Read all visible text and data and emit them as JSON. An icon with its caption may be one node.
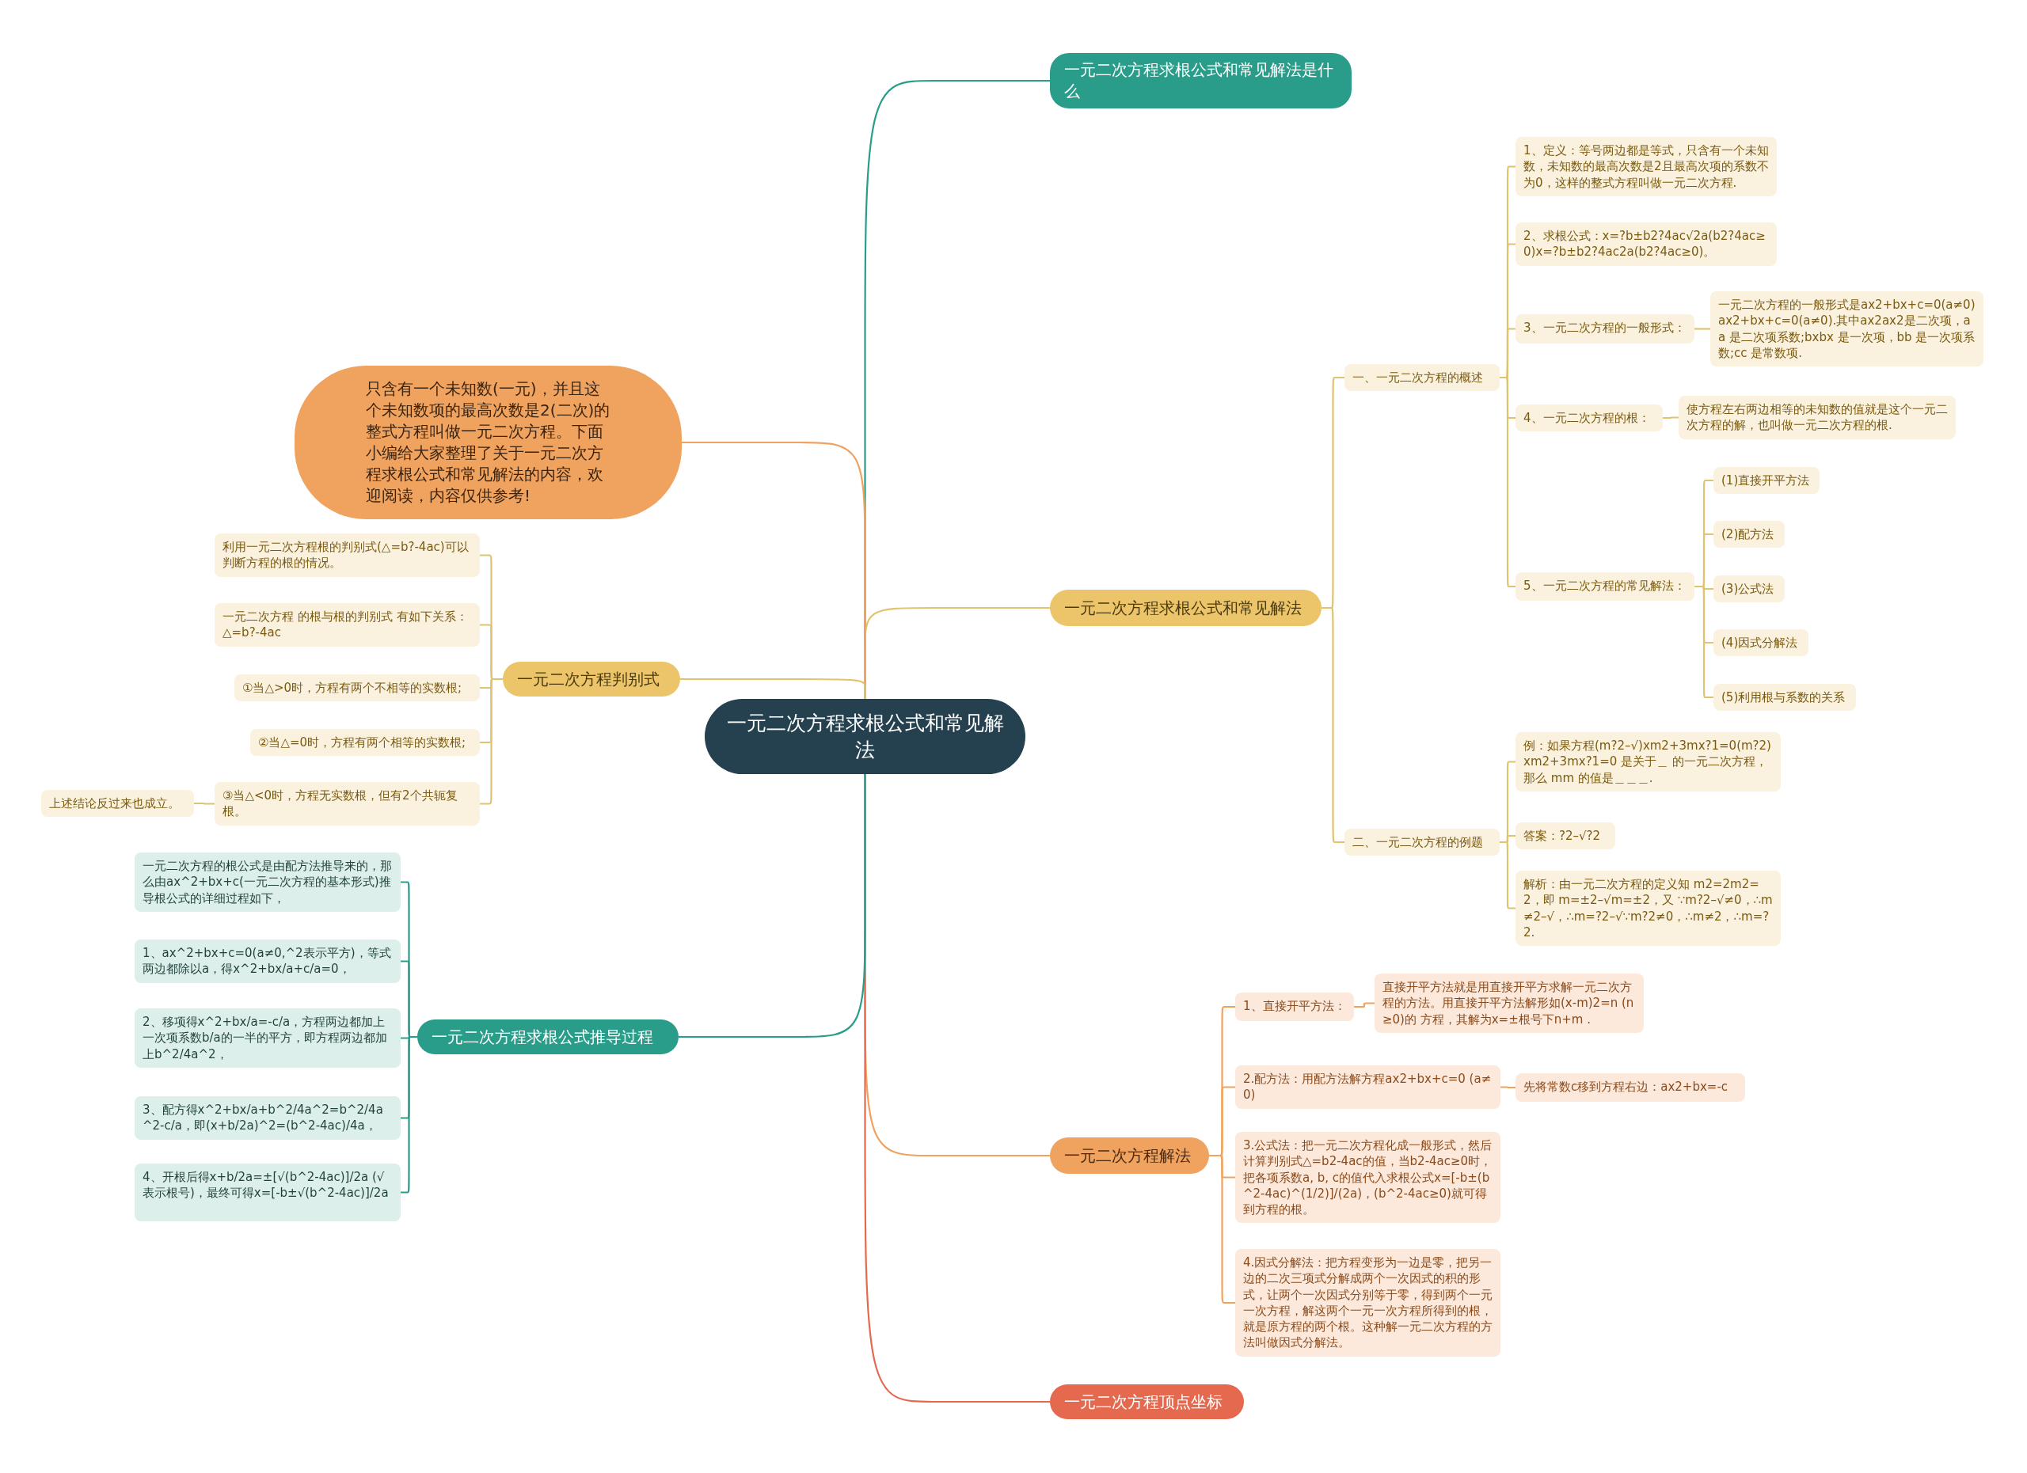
{
  "diagram": {
    "nodes": [
      {
        "text": [
          "一元二次方程求根公式和常见解法"
        ]
      },
      {
        "text": [
          "一元二次方程求根公式和常见解法是什么"
        ]
      },
      {
        "text": [
          "一元二次方程求根公式和常见解法"
        ]
      },
      {
        "text": [
          "一、一元二次方程的概述"
        ]
      },
      {
        "text": [
          "1、定义：等号两边都是等式，只含有一个未知数，未知数的最高次数是2且最高次项的系数不为0，这样的整式方程叫做一元二次方程."
        ]
      },
      {
        "text": [
          "2、求根公式：x=?b±b2?4ac√2a(b2?4ac≥0)x=?b±b2?4ac2a(b2?4ac≥0)。"
        ]
      },
      {
        "text": [
          "3、一元二次方程的一般形式："
        ]
      },
      {
        "text": [
          "一元二次方程的一般形式是ax2+bx+c=0(a≠0)ax2+bx+c=0(a≠0).其中ax2ax2是二次项，aa 是二次项系数;bxbx 是一次项，bb 是一次项系数;cc 是常数项."
        ]
      },
      {
        "text": [
          "4、一元二次方程的根："
        ]
      },
      {
        "text": [
          "使方程左右两边相等的未知数的值就是这个一元二次方程的解，也叫做一元二次方程的根."
        ]
      },
      {
        "text": [
          "5、一元二次方程的常见解法："
        ]
      },
      {
        "text": [
          "(1)直接开平方法"
        ]
      },
      {
        "text": [
          "(2)配方法"
        ]
      },
      {
        "text": [
          "(3)公式法"
        ]
      },
      {
        "text": [
          "(4)因式分解法"
        ]
      },
      {
        "text": [
          "(5)利用根与系数的关系"
        ]
      },
      {
        "text": [
          "二、一元二次方程的例题"
        ]
      },
      {
        "text": [
          "例：如果方程(m?2–√)xm2+3mx?1=0(m?2)xm2+3mx?1=0 是关于＿ 的一元二次方程，那么 mm 的值是＿＿＿."
        ]
      },
      {
        "text": [
          "答案：?2–√?2"
        ]
      },
      {
        "text": [
          "解析：由一元二次方程的定义知 m2=2m2=2，即 m=±2–√m=±2，又 ∵m?2–√≠0，∴m≠2–√，∴m=?2–√∵m?2≠0，∴m≠2，∴m=?2."
        ]
      },
      {
        "text": [
          "一元二次方程解法"
        ]
      },
      {
        "text": [
          "1、直接开平方法："
        ]
      },
      {
        "text": [
          "直接开平方法就是用直接开平方求解一元二次方程的方法。用直接开平方法解形如(x-m)2=n (n≥0)的 方程，其解为x=±根号下n+m ."
        ]
      },
      {
        "text": [
          "2.配方法：用配方法解方程ax2+bx+c=0 (a≠0)"
        ]
      },
      {
        "text": [
          "先将常数c移到方程右边：ax2+bx=-c"
        ]
      },
      {
        "text": [
          "3.公式法：把一元二次方程化成一般形式，然后计算判别式△=b2-4ac的值，当b2-4ac≥0时，把各项系数a, b, c的值代入求根公式x=[-b±(b^2-4ac)^(1/2)]/(2a)，(b^2-4ac≥0)就可得到方程的根。"
        ]
      },
      {
        "text": [
          "4.因式分解法：把方程变形为一边是零，把另一边的二次三项式分解成两个一次因式的积的形式，让两个一次因式分别等于零，得到两个一元一次方程，解这两个一元一次方程所得到的根，就是原方程的两个根。这种解一元二次方程的方法叫做因式分解法。"
        ]
      },
      {
        "text": [
          "一元二次方程顶点坐标"
        ]
      },
      {
        "text": [
          "只含有一个未知数(一元)，并且这个未知数项的最高次数是2(二次)的整式方程叫做一元二次方程。下面小编给大家整理了关于一元二次方程求根公式和常见解法的内容，欢迎阅读，内容仅供参考!"
        ]
      },
      {
        "text": [
          "一元二次方程判别式"
        ]
      },
      {
        "text": [
          "利用一元二次方程根的判别式(△=b?-4ac)可以判断方程的根的情况。"
        ]
      },
      {
        "text": [
          "一元二次方程 的根与根的判别式 有如下关系：△=b?-4ac"
        ]
      },
      {
        "text": [
          "①当△>0时，方程有两个不相等的实数根;"
        ]
      },
      {
        "text": [
          "②当△=0时，方程有两个相等的实数根;"
        ]
      },
      {
        "text": [
          "③当△<0时，方程无实数根，但有2个共轭复根。"
        ]
      },
      {
        "text": [
          "上述结论反过来也成立。"
        ]
      },
      {
        "text": [
          "一元二次方程求根公式推导过程"
        ]
      },
      {
        "text": [
          "一元二次方程的根公式是由配方法推导来的，那么由ax^2+bx+c(一元二次方程的基本形式)推导根公式的详细过程如下，"
        ]
      },
      {
        "text": [
          "1、ax^2+bx+c=0(a≠0,^2表示平方)，等式两边都除以a，得x^2+bx/a+c/a=0，"
        ]
      },
      {
        "text": [
          "2、移项得x^2+bx/a=-c/a，方程两边都加上一次项系数b/a的一半的平方，即方程两边都加上b^2/4a^2，"
        ]
      },
      {
        "text": [
          "3、配方得x^2+bx/a+b^2/4a^2=b^2/4a^2-c/a，即(x+b/2a)^2=(b^2-4ac)/4a，"
        ]
      },
      {
        "text": [
          "4、开根后得x+b/2a=±[√(b^2-4ac)]/2a (√表示根号)，最终可得x=[-b±√(b^2-4ac)]/2a"
        ]
      }
    ],
    "edges": [
      {
        "from": 0,
        "to": 1,
        "arrow": "none",
        "color": "#2a9d8a"
      },
      {
        "from": 0,
        "to": 2,
        "arrow": "none"
      },
      {
        "from": 0,
        "to": 20,
        "arrow": "none",
        "color": "#f0a25f"
      },
      {
        "from": 0,
        "to": 27,
        "arrow": "none",
        "color": "#e4694f"
      },
      {
        "from": 0,
        "to": 28,
        "arrow": "none",
        "color": "#f0a25f"
      },
      {
        "from": 0,
        "to": 29,
        "arrow": "none"
      },
      {
        "from": 0,
        "to": 36,
        "arrow": "none",
        "color": "#2a9d8a"
      },
      {
        "from": 2,
        "to": 3,
        "arrow": "none"
      },
      {
        "from": 2,
        "to": 16,
        "arrow": "none"
      },
      {
        "from": 3,
        "to": 4,
        "arrow": "none"
      },
      {
        "from": 3,
        "to": 5,
        "arrow": "none"
      },
      {
        "from": 3,
        "to": 6,
        "arrow": "none"
      },
      {
        "from": 3,
        "to": 8,
        "arrow": "none"
      },
      {
        "from": 3,
        "to": 10,
        "arrow": "none"
      },
      {
        "from": 6,
        "to": 7,
        "arrow": "none"
      },
      {
        "from": 8,
        "to": 9,
        "arrow": "none"
      },
      {
        "from": 10,
        "to": 11,
        "arrow": "none"
      },
      {
        "from": 10,
        "to": 12,
        "arrow": "none"
      },
      {
        "from": 10,
        "to": 13,
        "arrow": "none"
      },
      {
        "from": 10,
        "to": 14,
        "arrow": "none"
      },
      {
        "from": 10,
        "to": 15,
        "arrow": "none"
      },
      {
        "from": 16,
        "to": 17,
        "arrow": "none"
      },
      {
        "from": 16,
        "to": 18,
        "arrow": "none"
      },
      {
        "from": 16,
        "to": 19,
        "arrow": "none"
      },
      {
        "from": 20,
        "to": 21,
        "arrow": "none",
        "color": "#f0a25f"
      },
      {
        "from": 20,
        "to": 23,
        "arrow": "none",
        "color": "#f0a25f"
      },
      {
        "from": 20,
        "to": 25,
        "arrow": "none",
        "color": "#f0a25f"
      },
      {
        "from": 20,
        "to": 26,
        "arrow": "none",
        "color": "#f0a25f"
      },
      {
        "from": 21,
        "to": 22,
        "arrow": "none",
        "color": "#f0a25f"
      },
      {
        "from": 23,
        "to": 24,
        "arrow": "none",
        "color": "#f0a25f"
      },
      {
        "from": 29,
        "to": 30,
        "arrow": "none"
      },
      {
        "from": 29,
        "to": 31,
        "arrow": "none"
      },
      {
        "from": 29,
        "to": 32,
        "arrow": "none"
      },
      {
        "from": 29,
        "to": 33,
        "arrow": "none"
      },
      {
        "from": 29,
        "to": 34,
        "arrow": "none"
      },
      {
        "from": 34,
        "to": 35,
        "arrow": "none"
      },
      {
        "from": 36,
        "to": 37,
        "arrow": "none",
        "color": "#2a9d8a"
      },
      {
        "from": 36,
        "to": 38,
        "arrow": "none",
        "color": "#2a9d8a"
      },
      {
        "from": 36,
        "to": 39,
        "arrow": "none",
        "color": "#2a9d8a"
      },
      {
        "from": 36,
        "to": 40,
        "arrow": "none",
        "color": "#2a9d8a"
      },
      {
        "from": 36,
        "to": 41,
        "arrow": "none",
        "color": "#2a9d8a"
      }
    ]
  }
}
